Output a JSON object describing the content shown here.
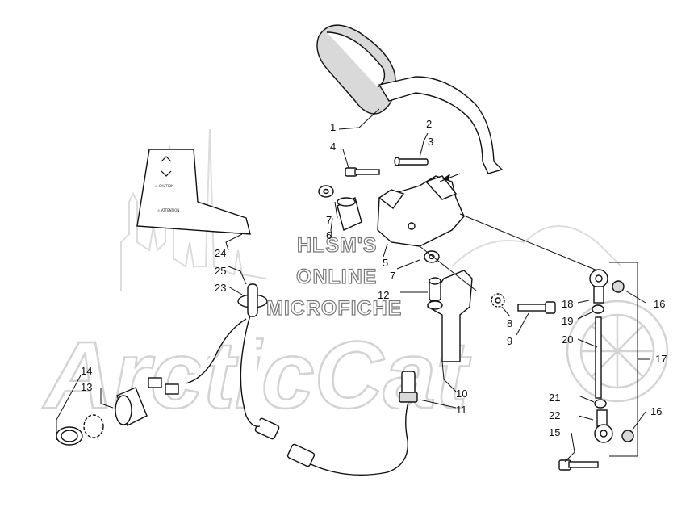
{
  "watermark": {
    "lines": [
      "HLSM'S",
      "ONLINE",
      "MICROFICHE"
    ],
    "logo": "ArcticCat"
  },
  "decal": {
    "caution": "⚠ CAUTION",
    "attention": "⚠ ATTENTION"
  },
  "callouts": [
    {
      "id": "c1",
      "label": "1"
    },
    {
      "id": "c2",
      "label": "2"
    },
    {
      "id": "c3",
      "label": "3"
    },
    {
      "id": "c4",
      "label": "4"
    },
    {
      "id": "c5",
      "label": "5"
    },
    {
      "id": "c6",
      "label": "6"
    },
    {
      "id": "c7a",
      "label": "7"
    },
    {
      "id": "c7b",
      "label": "7"
    },
    {
      "id": "c8",
      "label": "8"
    },
    {
      "id": "c9",
      "label": "9"
    },
    {
      "id": "c10",
      "label": "10"
    },
    {
      "id": "c11",
      "label": "11"
    },
    {
      "id": "c12",
      "label": "12"
    },
    {
      "id": "c13",
      "label": "13"
    },
    {
      "id": "c14",
      "label": "14"
    },
    {
      "id": "c15",
      "label": "15"
    },
    {
      "id": "c16a",
      "label": "16"
    },
    {
      "id": "c16b",
      "label": "16"
    },
    {
      "id": "c17",
      "label": "17"
    },
    {
      "id": "c18",
      "label": "18"
    },
    {
      "id": "c19",
      "label": "19"
    },
    {
      "id": "c20",
      "label": "20"
    },
    {
      "id": "c21",
      "label": "21"
    },
    {
      "id": "c22",
      "label": "22"
    },
    {
      "id": "c23",
      "label": "23"
    },
    {
      "id": "c24",
      "label": "24"
    },
    {
      "id": "c25",
      "label": "25"
    }
  ]
}
